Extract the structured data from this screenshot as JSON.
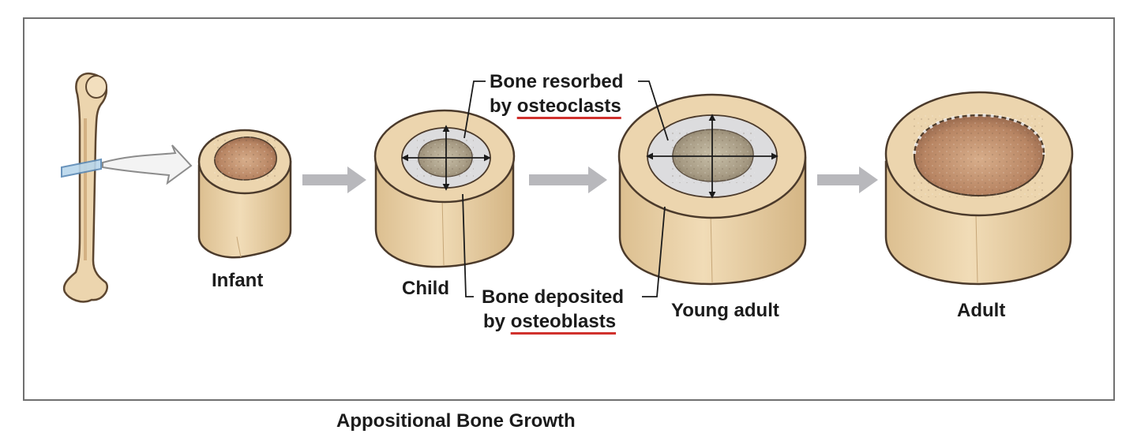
{
  "stages": {
    "infant": "Infant",
    "child": "Child",
    "young_adult": "Young adult",
    "adult": "Adult"
  },
  "callouts": {
    "resorbed_line1": "Bone resorbed",
    "resorbed_by": "by",
    "resorbed_cell": "osteoclasts",
    "deposited_line1": "Bone deposited",
    "deposited_by": "by",
    "deposited_cell": "osteoblasts"
  },
  "caption": "Appositional Bone Growth",
  "colors": {
    "bone": "#ecd5ae",
    "bone_shadow": "#d9bb8c",
    "marrow": "#b88a66",
    "new_bone": "#dcdcde",
    "arrow": "#b8b8bc",
    "underline": "#d0312d"
  }
}
